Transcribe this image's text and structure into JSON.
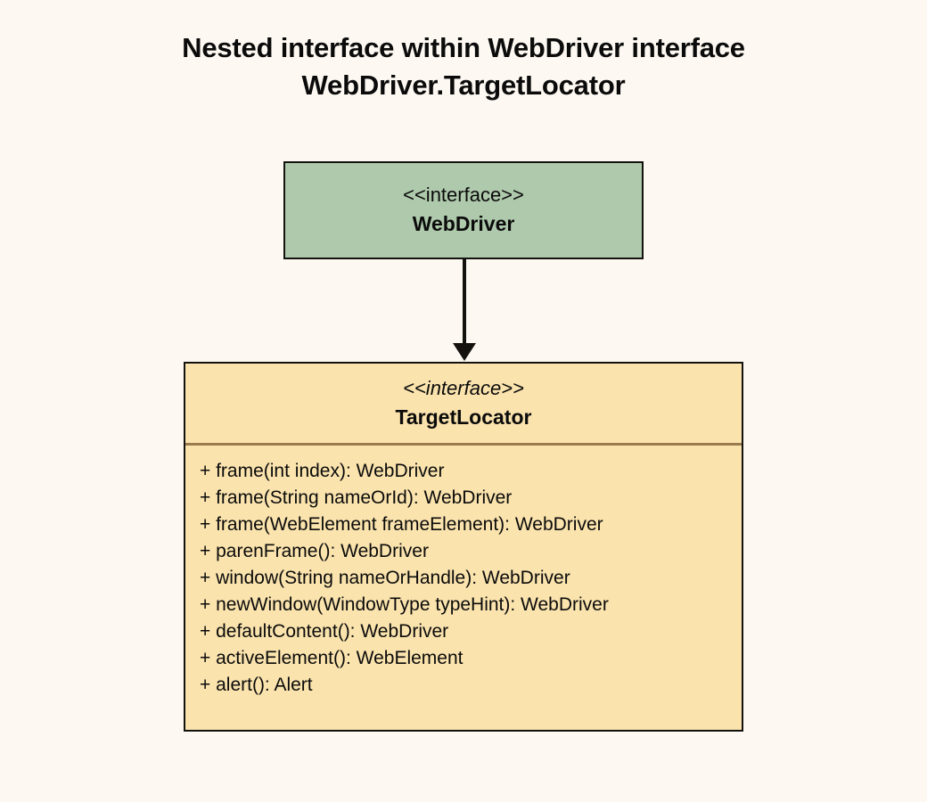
{
  "page": {
    "background_color": "#fdf8f1",
    "title_line_1": "Nested interface within WebDriver interface",
    "title_line_2": "WebDriver.TargetLocator"
  },
  "webdriver_box": {
    "stereotype": "<<interface>>",
    "name": "WebDriver",
    "fill_color": "#aec9ab",
    "border_color": "#14120f"
  },
  "connector": {
    "kind": "generalization-arrow",
    "direction": "down",
    "line_color": "#14120f"
  },
  "targetlocator_box": {
    "stereotype": "<<interface>>",
    "name": "TargetLocator",
    "fill_color": "#fae3ad",
    "border_color": "#14120f",
    "divider_color": "#9a7b4f",
    "methods": [
      "+ frame(int index): WebDriver",
      "+ frame(String nameOrId): WebDriver",
      "+ frame(WebElement frameElement): WebDriver",
      "+ parenFrame(): WebDriver",
      "+ window(String nameOrHandle): WebDriver",
      "+ newWindow(WindowType typeHint): WebDriver",
      "+ defaultContent(): WebDriver",
      "+ activeElement(): WebElement",
      "+ alert(): Alert"
    ]
  }
}
